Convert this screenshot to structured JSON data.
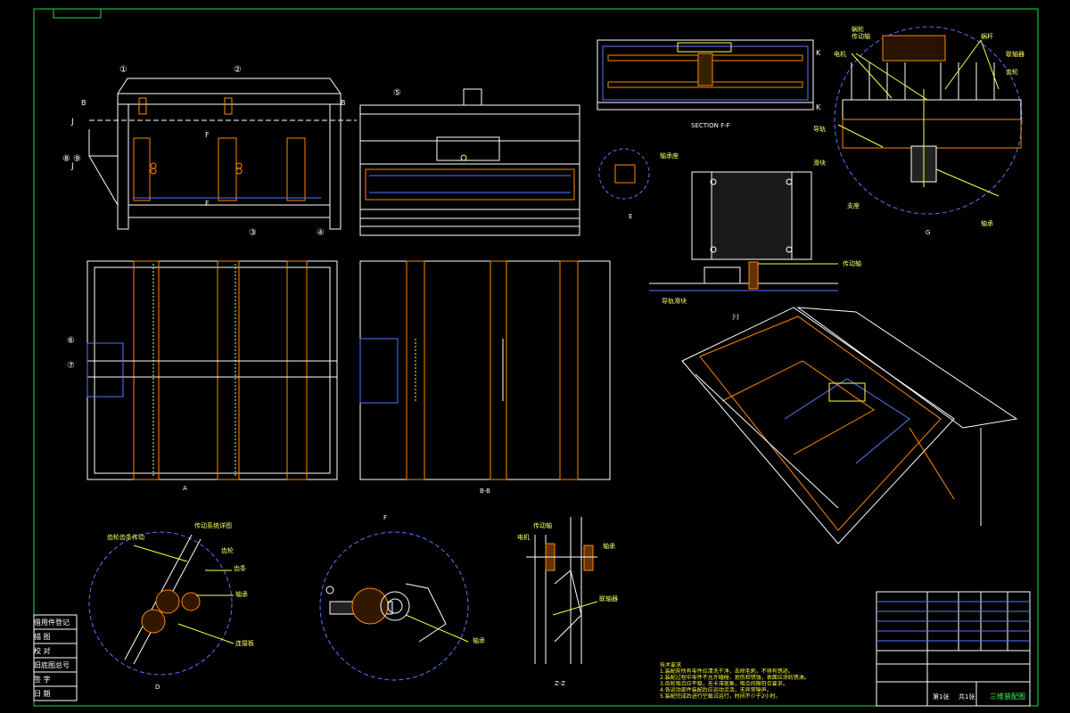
{
  "drawing": {
    "title_block_name": "三维装配图",
    "sheet_info": [
      "第1张",
      "共1张"
    ],
    "left_strip_labels": [
      "借用件登记",
      "描 图",
      "校 对",
      "旧底图总号",
      "签 字",
      "日 期"
    ],
    "view_labels": {
      "front": "A",
      "section_bb": "B-B",
      "section_jj": "J-J",
      "top_right": "SECTION F-F",
      "detail_d": "D",
      "detail_f": "F",
      "detail_e": "E",
      "detail_g": "G",
      "section_zz": "Z-Z"
    },
    "cut_marks": [
      "J",
      "J",
      "F",
      "F",
      "B",
      "B",
      "K",
      "K"
    ],
    "balloons": [
      "①",
      "②",
      "③",
      "④",
      "⑤",
      "⑥",
      "⑦",
      "⑧",
      "⑨"
    ],
    "callouts": {
      "detail_g": [
        "蜗轮",
        "传动轴",
        "蜗杆",
        "联轴器",
        "电机",
        "齿轮",
        "导轨",
        "滑块",
        "支座",
        "轴承"
      ],
      "detail_d": [
        "齿轮齿条传动",
        "传动系统详图",
        "齿轮",
        "齿条",
        "轴承",
        "连接板"
      ],
      "section_zz": [
        "传动轴",
        "轴承",
        "联轴器",
        "电机"
      ],
      "detail_f": [
        "轴承"
      ],
      "center": [
        "轴承座",
        "传动轴",
        "导轨滑块"
      ]
    },
    "notes_title": "技术要求",
    "notes": [
      "1.装配前所有零件应清洗干净，去除毛刺，不得有锈迹。",
      "2.装配过程中零件不允许磕碰、划伤和锈蚀，表面应涂防锈油。",
      "3.齿轮啮合应平稳，无卡滞现象，啮合间隙符合要求。",
      "4.各运动部件装配后应运动灵活，无异常噪声。",
      "5.装配完成后进行空载试运行，时间不少于2小时。"
    ]
  },
  "colors": {
    "frame": "#33ff55",
    "steel": "#ff8800",
    "outline": "#ffffff",
    "hidden": "#5577ff",
    "annotation": "#ffff44"
  }
}
